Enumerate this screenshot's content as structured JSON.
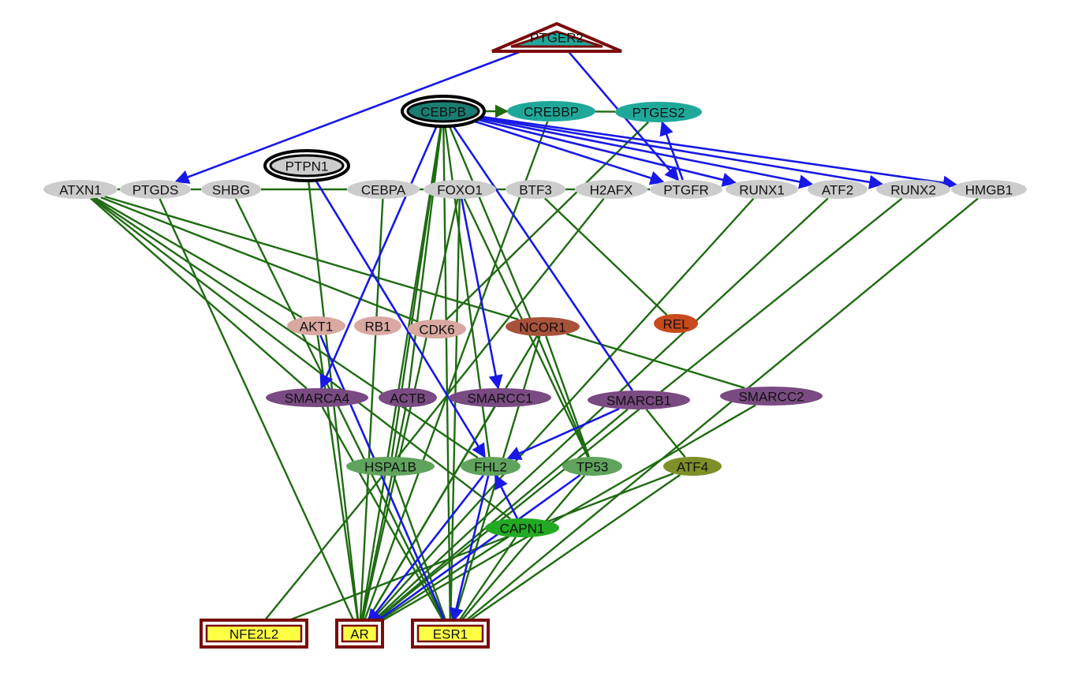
{
  "colors": {
    "background": "#ffffff",
    "edge_green": "#1f6b12",
    "edge_blue": "#1818e6",
    "marker_border": "#7a0c0c",
    "marker_fill": "#ffff44",
    "grey": "#cccccc",
    "teal": "#1fa89a",
    "pink": "#d9a8a0",
    "orange_brown": "#a8523a",
    "red_orange": "#c84a1c",
    "purple": "#7a4a82",
    "mid_green": "#5fa35c",
    "bright_green": "#22aa22",
    "olive": "#7f8f28"
  },
  "nodes": [
    {
      "id": "PTGER2",
      "label": "PTGER2",
      "shape": "triangle",
      "color": "#1fa89a",
      "border": "marker"
    },
    {
      "id": "CEBPB",
      "label": "CEBPB",
      "shape": "ellipse",
      "color": "#1a7d72",
      "border": "double-black"
    },
    {
      "id": "CREBBP",
      "label": "CREBBP",
      "shape": "ellipse",
      "color": "#1fa89a"
    },
    {
      "id": "PTGES2",
      "label": "PTGES2",
      "shape": "ellipse",
      "color": "#1fa89a"
    },
    {
      "id": "PTPN1",
      "label": "PTPN1",
      "shape": "ellipse",
      "color": "#cccccc",
      "border": "double-black"
    },
    {
      "id": "ATXN1",
      "label": "ATXN1",
      "shape": "ellipse",
      "color": "#cccccc"
    },
    {
      "id": "PTGDS",
      "label": "PTGDS",
      "shape": "ellipse",
      "color": "#cccccc"
    },
    {
      "id": "SHBG",
      "label": "SHBG",
      "shape": "ellipse",
      "color": "#cccccc"
    },
    {
      "id": "CEBPA",
      "label": "CEBPA",
      "shape": "ellipse",
      "color": "#cccccc"
    },
    {
      "id": "FOXO1",
      "label": "FOXO1",
      "shape": "ellipse",
      "color": "#cccccc"
    },
    {
      "id": "BTF3",
      "label": "BTF3",
      "shape": "ellipse",
      "color": "#cccccc"
    },
    {
      "id": "H2AFX",
      "label": "H2AFX",
      "shape": "ellipse",
      "color": "#cccccc"
    },
    {
      "id": "PTGFR",
      "label": "PTGFR",
      "shape": "ellipse",
      "color": "#cccccc"
    },
    {
      "id": "RUNX1",
      "label": "RUNX1",
      "shape": "ellipse",
      "color": "#cccccc"
    },
    {
      "id": "ATF2",
      "label": "ATF2",
      "shape": "ellipse",
      "color": "#cccccc"
    },
    {
      "id": "RUNX2",
      "label": "RUNX2",
      "shape": "ellipse",
      "color": "#cccccc"
    },
    {
      "id": "HMGB1",
      "label": "HMGB1",
      "shape": "ellipse",
      "color": "#cccccc"
    },
    {
      "id": "AKT1",
      "label": "AKT1",
      "shape": "ellipse",
      "color": "#d9a8a0"
    },
    {
      "id": "RB1",
      "label": "RB1",
      "shape": "ellipse",
      "color": "#d9a8a0"
    },
    {
      "id": "CDK6",
      "label": "CDK6",
      "shape": "ellipse",
      "color": "#d9a8a0"
    },
    {
      "id": "NCOR1",
      "label": "NCOR1",
      "shape": "ellipse",
      "color": "#a8523a"
    },
    {
      "id": "REL",
      "label": "REL",
      "shape": "ellipse",
      "color": "#c84a1c"
    },
    {
      "id": "SMARCA4",
      "label": "SMARCA4",
      "shape": "ellipse",
      "color": "#7a4a82"
    },
    {
      "id": "ACTB",
      "label": "ACTB",
      "shape": "ellipse",
      "color": "#7a4a82"
    },
    {
      "id": "SMARCC1",
      "label": "SMARCC1",
      "shape": "ellipse",
      "color": "#7a4a82"
    },
    {
      "id": "SMARCB1",
      "label": "SMARCB1",
      "shape": "ellipse",
      "color": "#7a4a82"
    },
    {
      "id": "SMARCC2",
      "label": "SMARCC2",
      "shape": "ellipse",
      "color": "#7a4a82"
    },
    {
      "id": "HSPA1B",
      "label": "HSPA1B",
      "shape": "ellipse",
      "color": "#5fa35c"
    },
    {
      "id": "FHL2",
      "label": "FHL2",
      "shape": "ellipse",
      "color": "#5fa35c"
    },
    {
      "id": "TP53",
      "label": "TP53",
      "shape": "ellipse",
      "color": "#5fa35c"
    },
    {
      "id": "ATF4",
      "label": "ATF4",
      "shape": "ellipse",
      "color": "#7f8f28"
    },
    {
      "id": "CAPN1",
      "label": "CAPN1",
      "shape": "ellipse",
      "color": "#22aa22"
    },
    {
      "id": "NFE2L2",
      "label": "NFE2L2",
      "shape": "box",
      "color": "#ffff44",
      "border": "marker"
    },
    {
      "id": "AR",
      "label": "AR",
      "shape": "box",
      "color": "#ffff44",
      "border": "marker"
    },
    {
      "id": "ESR1",
      "label": "ESR1",
      "shape": "box",
      "color": "#ffff44",
      "border": "marker"
    }
  ],
  "edges": [
    {
      "from": "PTGER2",
      "to": "PTGDS",
      "type": "blue",
      "arrow": true
    },
    {
      "from": "PTGER2",
      "to": "PTGFR",
      "type": "blue",
      "arrow": true
    },
    {
      "from": "CEBPB",
      "to": "CREBBP",
      "type": "green",
      "arrow": true
    },
    {
      "from": "CREBBP",
      "to": "PTGES2",
      "type": "green"
    },
    {
      "from": "CEBPB",
      "to": "PTGFR",
      "type": "blue",
      "arrow": true
    },
    {
      "from": "CEBPB",
      "to": "RUNX1",
      "type": "blue",
      "arrow": true
    },
    {
      "from": "CEBPB",
      "to": "ATF2",
      "type": "blue",
      "arrow": true
    },
    {
      "from": "CEBPB",
      "to": "RUNX2",
      "type": "blue",
      "arrow": true
    },
    {
      "from": "CEBPB",
      "to": "HMGB1",
      "type": "blue",
      "arrow": true
    },
    {
      "from": "PTGFR",
      "to": "PTGES2",
      "type": "blue",
      "arrow": true
    },
    {
      "from": "CEBPB",
      "to": "SMARCA4",
      "type": "blue",
      "arrow": true
    },
    {
      "from": "CEBPB",
      "to": "SMARCB1",
      "type": "blue"
    },
    {
      "from": "FOXO1",
      "to": "SMARCC1",
      "type": "blue",
      "arrow": true
    },
    {
      "from": "PTPN1",
      "to": "FHL2",
      "type": "blue",
      "arrow": true
    },
    {
      "from": "SMARCB1",
      "to": "FHL2",
      "type": "blue",
      "arrow": true
    },
    {
      "from": "AKT1",
      "to": "ESR1",
      "type": "blue"
    },
    {
      "from": "FHL2",
      "to": "AR",
      "type": "blue",
      "arrow": true
    },
    {
      "from": "TP53",
      "to": "AR",
      "type": "blue"
    },
    {
      "from": "CAPN1",
      "to": "FHL2",
      "type": "blue",
      "arrow": true
    },
    {
      "from": "FHL2",
      "to": "ESR1",
      "type": "blue",
      "arrow": true
    },
    {
      "from": "ATXN1",
      "to": "PTGDS",
      "type": "green"
    },
    {
      "from": "PTGDS",
      "to": "SHBG",
      "type": "green"
    },
    {
      "from": "SHBG",
      "to": "CEBPA",
      "type": "green"
    },
    {
      "from": "CEBPA",
      "to": "FOXO1",
      "type": "green"
    },
    {
      "from": "FOXO1",
      "to": "BTF3",
      "type": "green"
    },
    {
      "from": "BTF3",
      "to": "H2AFX",
      "type": "green"
    },
    {
      "from": "H2AFX",
      "to": "PTGFR",
      "type": "green"
    },
    {
      "from": "CEBPB",
      "to": "AR",
      "type": "green"
    },
    {
      "from": "CEBPB",
      "to": "ESR1",
      "type": "green"
    },
    {
      "from": "CEBPB",
      "to": "FHL2",
      "type": "green"
    },
    {
      "from": "CEBPB",
      "to": "TP53",
      "type": "green"
    },
    {
      "from": "CEBPB",
      "to": "HSPA1B",
      "type": "green"
    },
    {
      "from": "CEBPB",
      "to": "ACTB",
      "type": "green"
    },
    {
      "from": "CREBBP",
      "to": "AR",
      "type": "green"
    },
    {
      "from": "PTGES2",
      "to": "CDK6",
      "type": "green"
    },
    {
      "from": "PTPN1",
      "to": "AR",
      "type": "green"
    },
    {
      "from": "ATXN1",
      "to": "NCOR1",
      "type": "green"
    },
    {
      "from": "ATXN1",
      "to": "AKT1",
      "type": "green"
    },
    {
      "from": "ATXN1",
      "to": "SMARCA4",
      "type": "green"
    },
    {
      "from": "ATXN1",
      "to": "FHL2",
      "type": "green"
    },
    {
      "from": "ATXN1",
      "to": "CDK6",
      "type": "green"
    },
    {
      "from": "ATXN1",
      "to": "CAPN1",
      "type": "green"
    },
    {
      "from": "PTGDS",
      "to": "AR",
      "type": "green"
    },
    {
      "from": "SHBG",
      "to": "ESR1",
      "type": "green"
    },
    {
      "from": "CEBPA",
      "to": "AR",
      "type": "green"
    },
    {
      "from": "FOXO1",
      "to": "AR",
      "type": "green"
    },
    {
      "from": "FOXO1",
      "to": "ESR1",
      "type": "green"
    },
    {
      "from": "FOXO1",
      "to": "TP53",
      "type": "green"
    },
    {
      "from": "BTF3",
      "to": "REL",
      "type": "green"
    },
    {
      "from": "H2AFX",
      "to": "HSPA1B",
      "type": "green"
    },
    {
      "from": "RUNX1",
      "to": "AR",
      "type": "green"
    },
    {
      "from": "ATF2",
      "to": "AR",
      "type": "green"
    },
    {
      "from": "RUNX2",
      "to": "AR",
      "type": "green"
    },
    {
      "from": "HMGB1",
      "to": "ESR1",
      "type": "green"
    },
    {
      "from": "AKT1",
      "to": "AR",
      "type": "green"
    },
    {
      "from": "NCOR1",
      "to": "SMARCC2",
      "type": "green"
    },
    {
      "from": "NCOR1",
      "to": "AR",
      "type": "green"
    },
    {
      "from": "NCOR1",
      "to": "TP53",
      "type": "green"
    },
    {
      "from": "SMARCA4",
      "to": "ESR1",
      "type": "green"
    },
    {
      "from": "ACTB",
      "to": "AR",
      "type": "green"
    },
    {
      "from": "SMARCC1",
      "to": "AR",
      "type": "green"
    },
    {
      "from": "SMARCB1",
      "to": "ATF4",
      "type": "green"
    },
    {
      "from": "SMARCB1",
      "to": "AR",
      "type": "green"
    },
    {
      "from": "SMARCC2",
      "to": "AR",
      "type": "green"
    },
    {
      "from": "HSPA1B",
      "to": "ESR1",
      "type": "green"
    },
    {
      "from": "HSPA1B",
      "to": "NFE2L2",
      "type": "green"
    },
    {
      "from": "TP53",
      "to": "ESR1",
      "type": "green"
    },
    {
      "from": "ATF4",
      "to": "NFE2L2",
      "type": "green"
    },
    {
      "from": "ATF4",
      "to": "ESR1",
      "type": "green"
    },
    {
      "from": "CAPN1",
      "to": "AR",
      "type": "green"
    },
    {
      "from": "CAPN1",
      "to": "ESR1",
      "type": "green"
    },
    {
      "from": "NCOR1",
      "to": "ESR1",
      "type": "green"
    }
  ]
}
